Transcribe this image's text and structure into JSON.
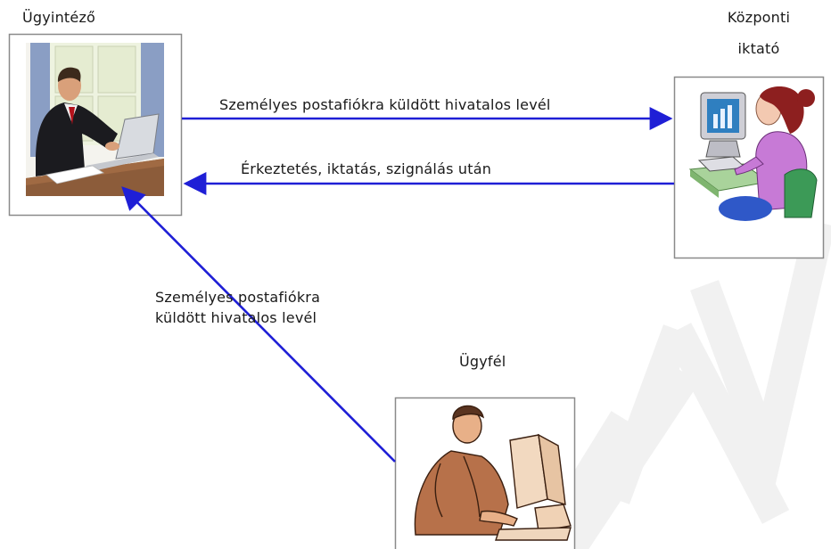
{
  "actors": {
    "ugyintezo": {
      "label": "Ügyintéző"
    },
    "kozponti": {
      "label_line1": "Központi",
      "label_line2": "iktató"
    },
    "ugyfel": {
      "label": "Ügyfél"
    }
  },
  "arrows": {
    "top_label": "Személyes postafiókra küldött hivatalos levél",
    "middle_label": "Érkeztetés, iktatás, szignálás után",
    "diagonal_label_line1": "Személyes postafiókra",
    "diagonal_label_line2": "küldött hivatalos levél"
  },
  "colors": {
    "arrow": "#1f1fd6",
    "frame": "#8a8a8a",
    "watermark": "#f0f0f0"
  },
  "watermark": {
    "text": "MINTA"
  }
}
